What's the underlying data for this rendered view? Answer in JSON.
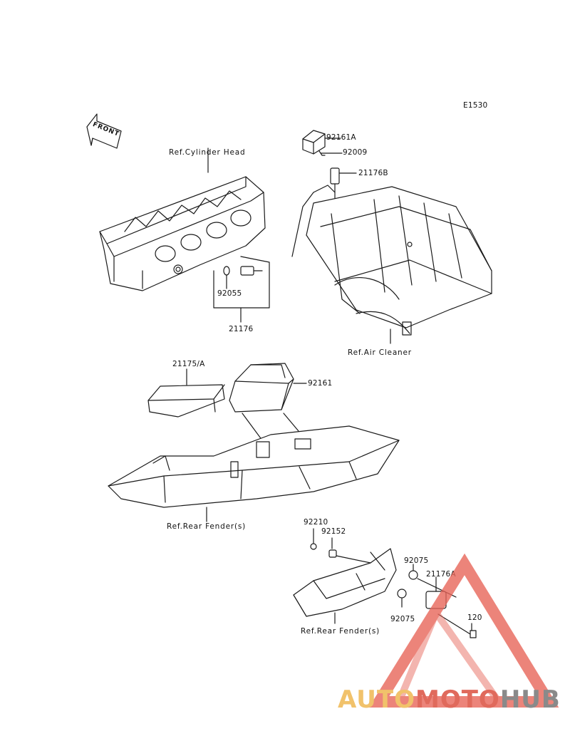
{
  "diagram_code": "E1530",
  "front_label": "FRONT",
  "refs": {
    "cylinder_head": "Ref.Cylinder Head",
    "air_cleaner": "Ref.Air Cleaner",
    "rear_fender_1": "Ref.Rear Fender(s)",
    "rear_fender_2": "Ref.Rear Fender(s)"
  },
  "parts": {
    "p92161A": "92161A",
    "p92009": "92009",
    "p21176B": "21176B",
    "p92055": "92055",
    "p21176": "21176",
    "p21175A": "21175/A",
    "p92161": "92161",
    "p92210": "92210",
    "p92152": "92152",
    "p92075a": "92075",
    "p21176A": "21176A",
    "p92075b": "92075",
    "p120": "120"
  },
  "watermark": {
    "part1": "AUTO",
    "part2": "MOTO",
    "part3": "HUB"
  },
  "colors": {
    "line": "#1a1a1a",
    "wm_red": "#e8665a",
    "wm_yellow": "#f1c26b",
    "wm_grey": "#8a8a8a"
  }
}
